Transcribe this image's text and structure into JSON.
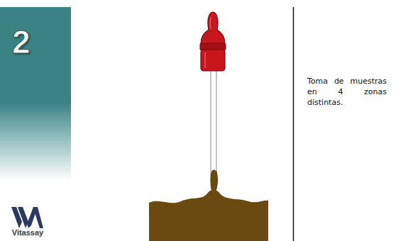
{
  "diagram": {
    "nodes": [
      {
        "text": [
          "2"
        ]
      }
    ],
    "labels": [
      "Toma de muestras en 4 zonas distintas.",
      "Vitassay"
    ]
  }
}
